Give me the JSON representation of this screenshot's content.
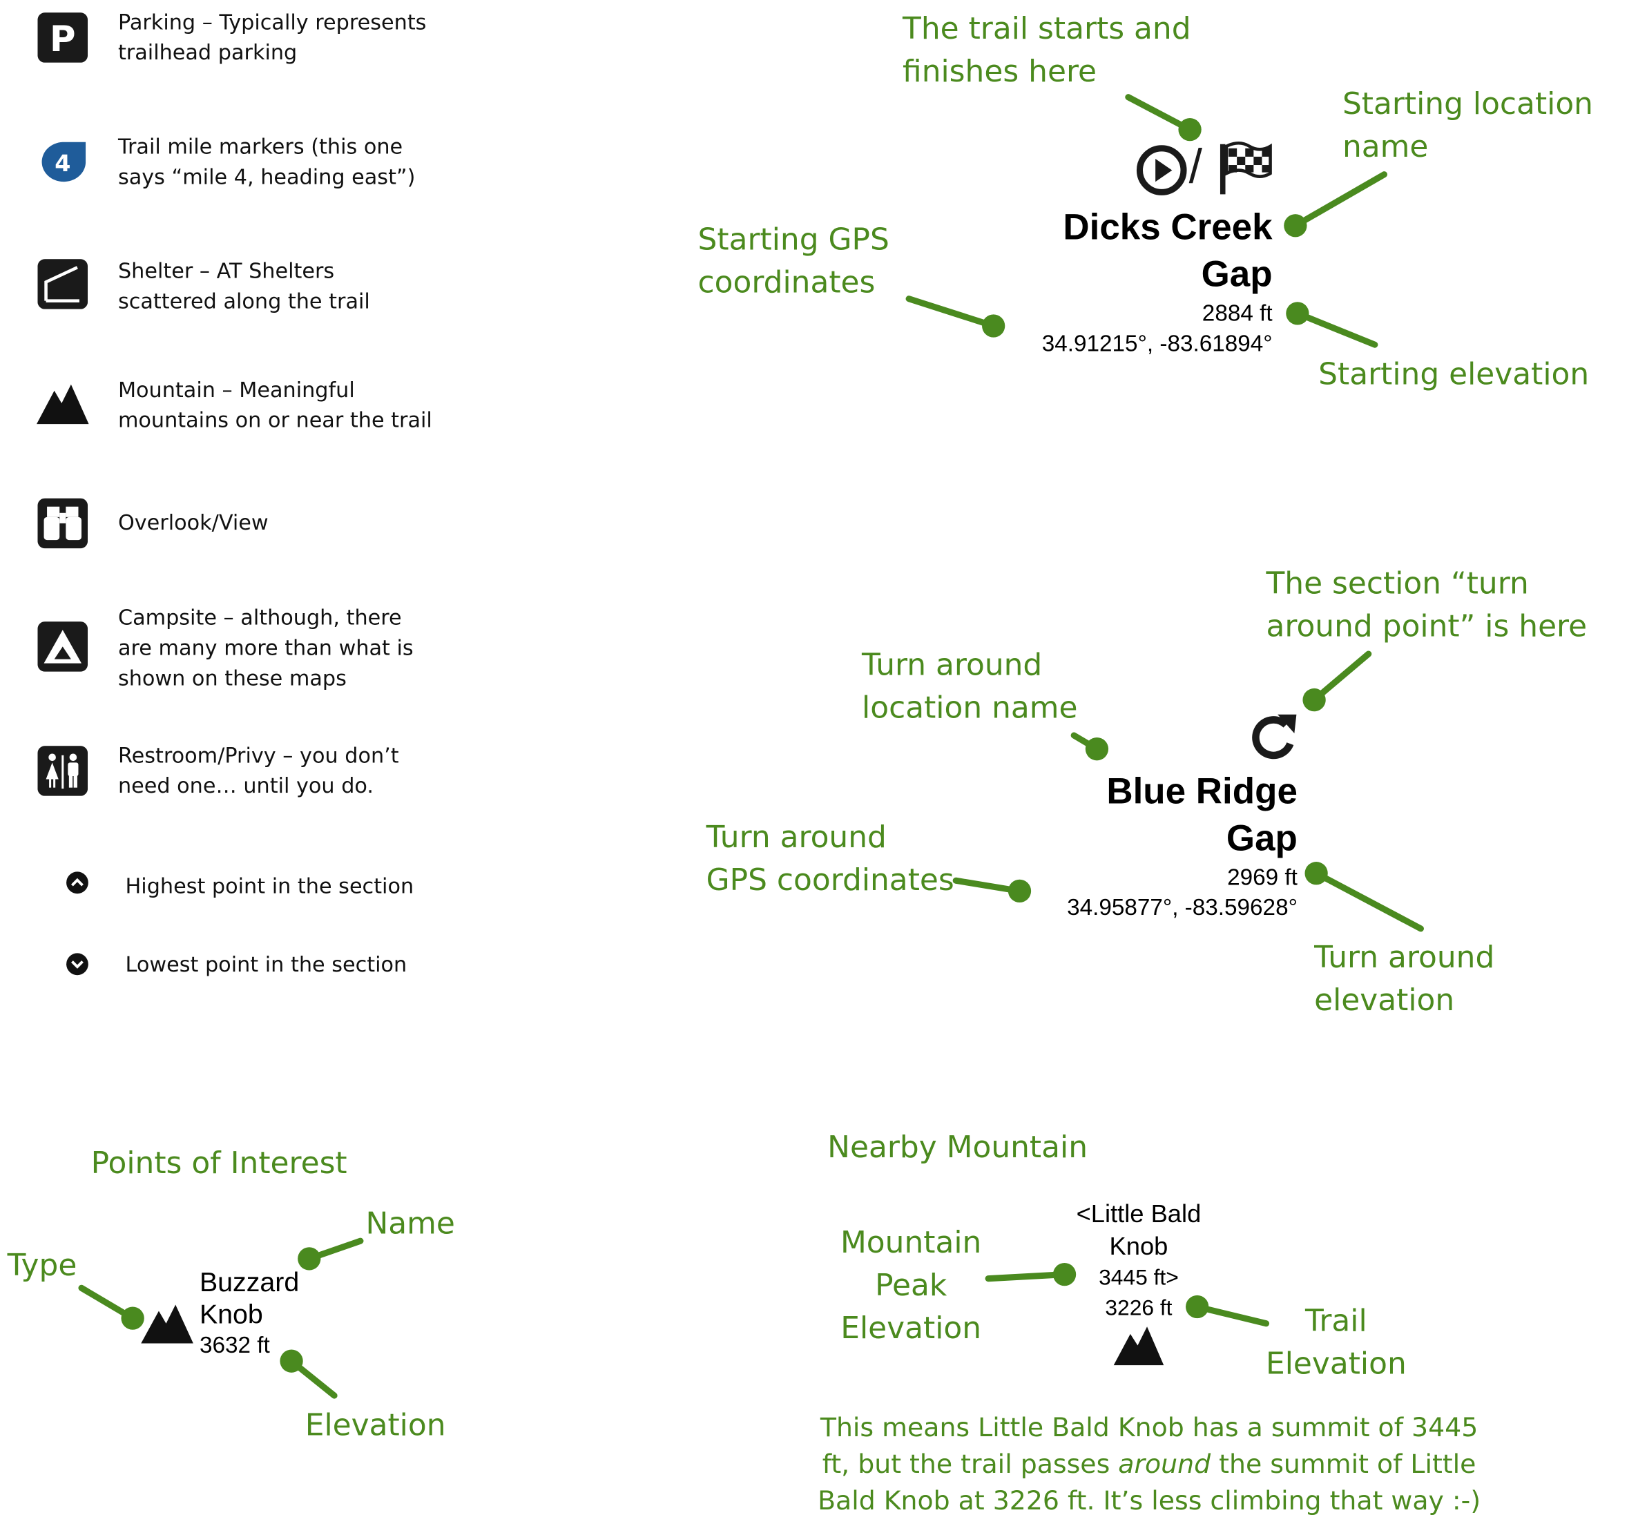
{
  "legend": {
    "parking": {
      "icon": "parking-icon",
      "glyph": "P",
      "text": [
        "Parking – Typically represents",
        "trailhead parking"
      ]
    },
    "mile_marker": {
      "icon": "mile-marker-icon",
      "number": "4",
      "text": [
        "Trail mile markers (this one",
        "says “mile 4, heading east”)"
      ]
    },
    "shelter": {
      "icon": "shelter-icon",
      "text": [
        "Shelter – AT Shelters",
        "scattered along the trail"
      ]
    },
    "mountain": {
      "icon": "mountain-icon",
      "text": [
        "Mountain – Meaningful",
        "mountains on or near the trail"
      ]
    },
    "overlook": {
      "icon": "binoculars-icon",
      "text": [
        "Overlook/View"
      ]
    },
    "campsite": {
      "icon": "tent-icon",
      "text": [
        "Campsite – although, there",
        "are many more than what is",
        "shown on these maps"
      ]
    },
    "restroom": {
      "icon": "restroom-icon",
      "text": [
        "Restroom/Privy – you don’t",
        "need one… until you do."
      ]
    },
    "highest": {
      "icon": "chevron-up-circle-icon",
      "text": [
        "Highest point in the section"
      ]
    },
    "lowest": {
      "icon": "chevron-down-circle-icon",
      "text": [
        "Lowest point in the section"
      ]
    }
  },
  "start_example": {
    "name": [
      "Dicks Creek",
      "Gap"
    ],
    "elevation": "2884 ft",
    "gps": "34.91215°, -83.61894°",
    "separator": "/",
    "icons": [
      "play-circle-icon",
      "checkered-flag-icon"
    ],
    "annotations": {
      "start_finish": [
        "The trail starts and",
        "finishes here"
      ],
      "location_name": [
        "Starting location",
        "name"
      ],
      "gps": [
        "Starting GPS",
        "coordinates"
      ],
      "elevation": [
        "Starting elevation"
      ]
    }
  },
  "turnaround_example": {
    "name": [
      "Blue Ridge",
      "Gap"
    ],
    "elevation": "2969 ft",
    "gps": "34.95877°, -83.59628°",
    "icon": "turn-around-icon",
    "annotations": {
      "turn_point": [
        "The section “turn",
        "around point” is here"
      ],
      "location_name": [
        "Turn around",
        "location name"
      ],
      "gps": [
        "Turn around",
        "GPS coordinates"
      ],
      "elevation": [
        "Turn around elevation"
      ]
    }
  },
  "poi_example": {
    "heading": "Points of Interest",
    "name": [
      "Buzzard",
      "Knob"
    ],
    "elevation": "3632 ft",
    "type_icon": "mountain-icon",
    "annotations": {
      "name": "Name",
      "type": "Type",
      "elevation": "Elevation"
    }
  },
  "nearby_example": {
    "heading": "Nearby Mountain",
    "name": [
      "<Little Bald",
      "Knob"
    ],
    "peak_elevation": "3445 ft>",
    "trail_elevation": "3226 ft",
    "type_icon": "mountain-icon",
    "annotations": {
      "peak": [
        "Mountain",
        "Peak",
        "Elevation"
      ],
      "trail": [
        "Trail",
        "Elevation"
      ]
    },
    "note": {
      "line1": "This means Little Bald Knob has a summit of 3445",
      "line2_a": "ft, but the trail passes ",
      "line2_em": "around",
      "line2_b": " the summit of Little",
      "line3": "Bald Knob at 3226 ft. It’s less climbing that way :-)"
    }
  },
  "colors": {
    "annotation_green": "#4b8a1e",
    "leader_green": "#4a8a1f",
    "icon_black": "#1a1a1a",
    "mile_marker_blue": "#1f5c9a"
  }
}
